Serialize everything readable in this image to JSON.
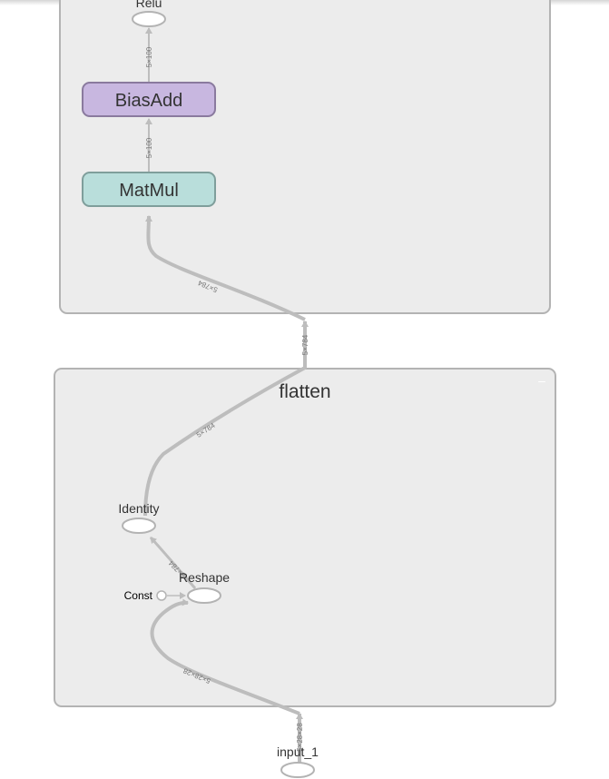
{
  "graph": {
    "upper_group": {
      "nodes": {
        "relu": "Relu",
        "biasadd": "BiasAdd",
        "matmul": "MatMul"
      },
      "edges": {
        "biasadd_to_relu": "5×100",
        "matmul_to_biasadd": "5×100",
        "input_to_matmul": "5×784"
      }
    },
    "between_groups_edge": "5×784",
    "flatten_group": {
      "title": "flatten",
      "collapse_symbol": "–",
      "nodes": {
        "identity": "Identity",
        "reshape": "Reshape",
        "const": "Const"
      },
      "edges": {
        "identity_out": "5×784",
        "reshape_to_identity": "5×784",
        "input_to_reshape": "5×28×28"
      }
    },
    "input_node": "input_1",
    "input_edge": "5×28×28",
    "colors": {
      "group_fill": "#ececec",
      "group_stroke": "#b3b3b3",
      "biasadd_fill": "#c8b7e0",
      "biasadd_stroke": "#8a7a9e",
      "matmul_fill": "#b9dedb",
      "matmul_stroke": "#7f9e9b",
      "edge": "#bdbdbd"
    }
  }
}
